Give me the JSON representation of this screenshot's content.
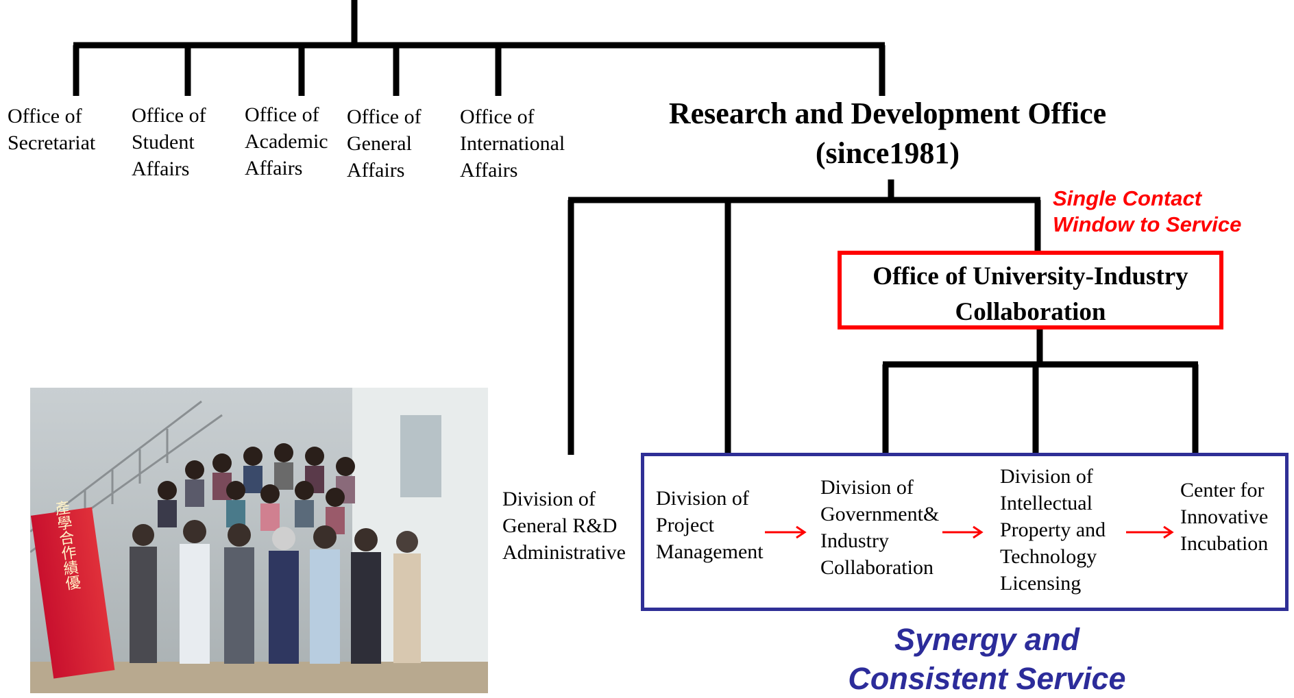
{
  "offices": [
    {
      "label": "Office of\nSecretariat"
    },
    {
      "label": "Office of\nStudent\nAffairs"
    },
    {
      "label": "Office of\nAcademic\nAffairs"
    },
    {
      "label": "Office of\nGeneral\nAffairs"
    },
    {
      "label": "Office of\nInternational\nAffairs"
    }
  ],
  "rd_office": {
    "title": "Research and Development Office\n(since1981)"
  },
  "single_contact": {
    "text": "Single Contact\nWindow to Service"
  },
  "uic_office": {
    "title": "Office of University-Industry\nCollaboration"
  },
  "divisions": {
    "general_rd": "Division of\nGeneral R&D\nAdministrative",
    "project_mgmt": "Division of\nProject\nManagement",
    "gov_industry": "Division of\nGovernment&\nIndustry\nCollaboration",
    "ip_licensing": "Division of\nIntellectual\nProperty and\nTechnology\nLicensing",
    "incubation": "Center for\nInnovative\nIncubation"
  },
  "synergy": {
    "text": "Synergy and\nConsistent Service"
  },
  "photo": {
    "description": "group-photo",
    "banner_text": "產學合作績優"
  },
  "colors": {
    "line": "#000000",
    "accent_red": "#ff0000",
    "accent_blue": "#2f2f96"
  }
}
